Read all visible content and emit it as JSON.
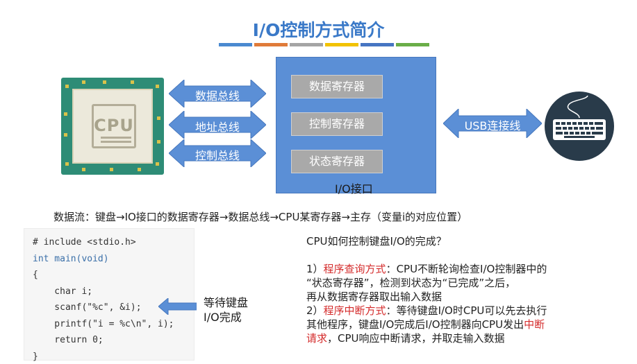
{
  "title": "I/O控制方式简介",
  "title_bar_colors": [
    "#4a8ad0",
    "#e07b39",
    "#a5a5a5",
    "#f2c200",
    "#4675c2",
    "#6aad48"
  ],
  "cpu": {
    "label": "CPU"
  },
  "buses": [
    {
      "label": "数据总线"
    },
    {
      "label": "地址总线"
    },
    {
      "label": "控制总线"
    }
  ],
  "io": {
    "registers": [
      "数据寄存器",
      "控制寄存器",
      "状态寄存器"
    ],
    "label": "I/O接口"
  },
  "usb": {
    "label": "USB连接线"
  },
  "keyboard": {
    "icon": "keyboard-icon"
  },
  "dataflow": "数据流：键盘→IO接口的数据寄存器→数据总线→CPU某寄存器→主存（变量i的对应位置）",
  "code": {
    "lines": [
      "# include <stdio.h>",
      "int main(void)",
      "{",
      "    char i;",
      "    scanf(\"%c\", &i);",
      "    printf(\"i = %c\\n\", i);",
      "    return 0;",
      "}"
    ]
  },
  "wait_label": {
    "line1": "等待键盘",
    "line2": "I/O完成"
  },
  "qa": {
    "question": "CPU如何控制键盘I/O的完成？",
    "item1_prefix": "1）",
    "item1_method": "程序查询方式",
    "item1_text1": "：CPU不断轮询检查I/O控制器中的",
    "item1_text2": "“状态寄存器”，检测到状态为“已完成”之后，",
    "item1_text3": "再从数据寄存器取出输入数据",
    "item2_prefix": "2）",
    "item2_method": "程序中断方式",
    "item2_text1": "：等待键盘I/O时CPU可以先去执行",
    "item2_text2a": "其他程序，键盘I/O完成后I/O控制器向CPU发出",
    "item2_text2b": "中断",
    "item2_text3a": "请求",
    "item2_text3b": "，CPU响应中断请求，并取走输入数据"
  }
}
